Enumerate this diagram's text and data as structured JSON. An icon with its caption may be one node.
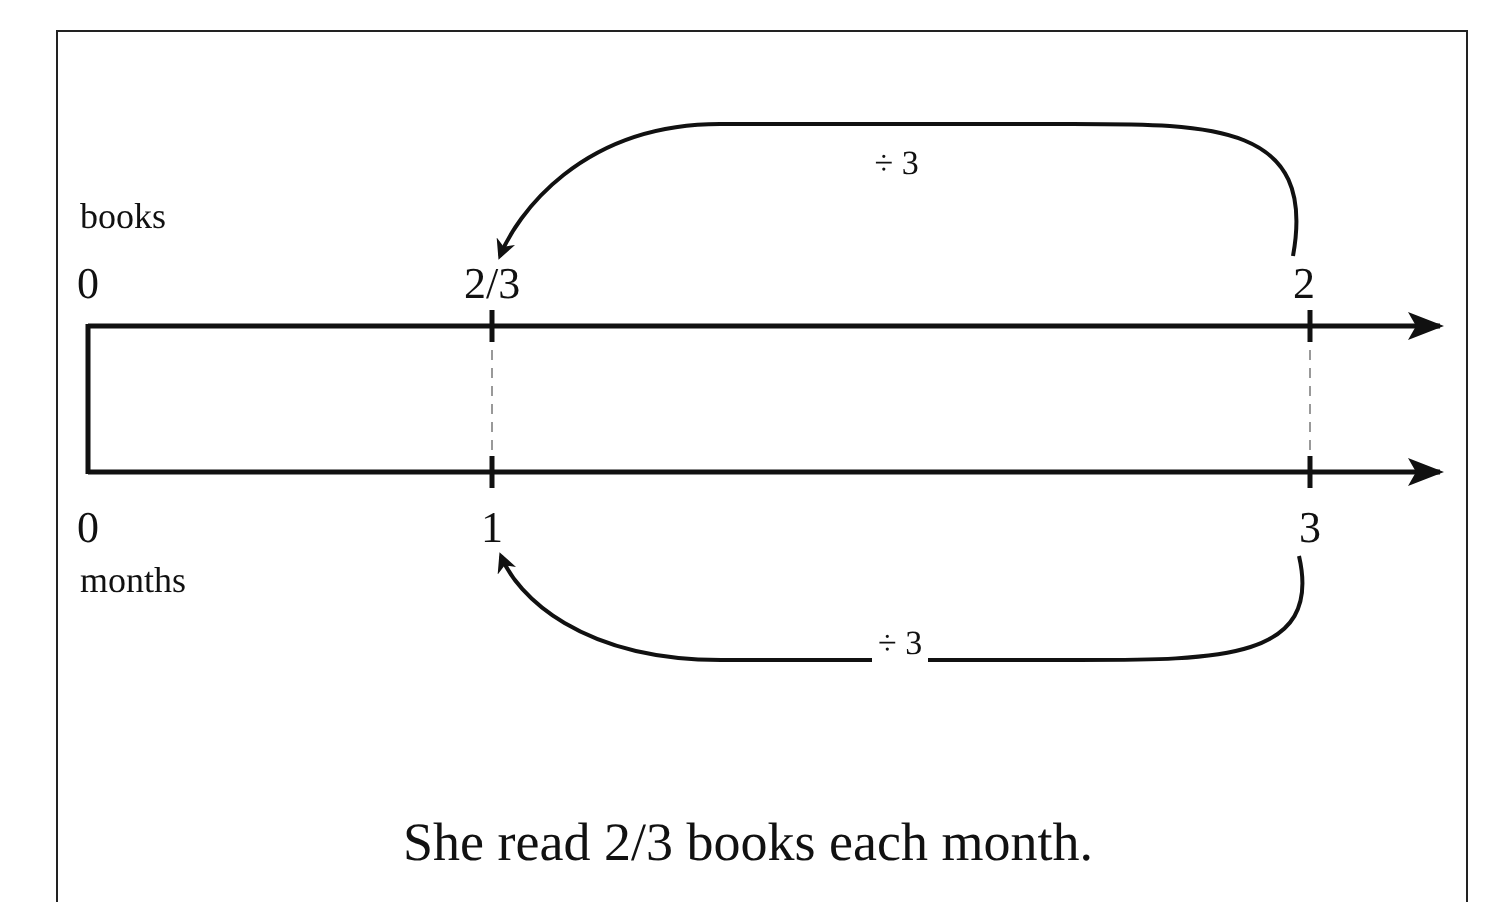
{
  "diagram": {
    "caption": "She read 2/3 books each month.",
    "nodes": [
      {
        "text": [
          "0"
        ]
      },
      {
        "text": [
          "2/3"
        ]
      },
      {
        "text": [
          "2"
        ]
      },
      {
        "text": [
          "0"
        ]
      },
      {
        "text": [
          "1"
        ]
      },
      {
        "text": [
          "3"
        ]
      }
    ],
    "edges": [
      {
        "from": 2,
        "to": 1,
        "arrow": "to",
        "label": "÷ 3"
      },
      {
        "from": 5,
        "to": 4,
        "arrow": "to",
        "label": "÷ 3"
      }
    ],
    "labels": [
      "books",
      "months"
    ]
  }
}
